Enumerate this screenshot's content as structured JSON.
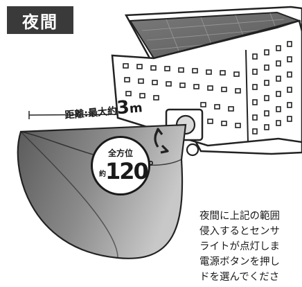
{
  "title": "夜間",
  "distance": {
    "prefix": "距離:最大約",
    "value": "3",
    "unit": "m"
  },
  "angle": {
    "top_label": "全方位",
    "approx_label": "約",
    "value": "120",
    "degree_symbol": "°"
  },
  "description_lines": [
    "夜間に上記の範囲",
    "侵入するとセンサ",
    "ライトが点灯しま",
    "電源ボタンを押し",
    "ドを選んでくださ"
  ],
  "colors": {
    "cone_dark": "#4a4a4a",
    "cone_light": "#b5b5b5",
    "badge_bg": "#3a3a3a",
    "device_outline": "#222222"
  }
}
